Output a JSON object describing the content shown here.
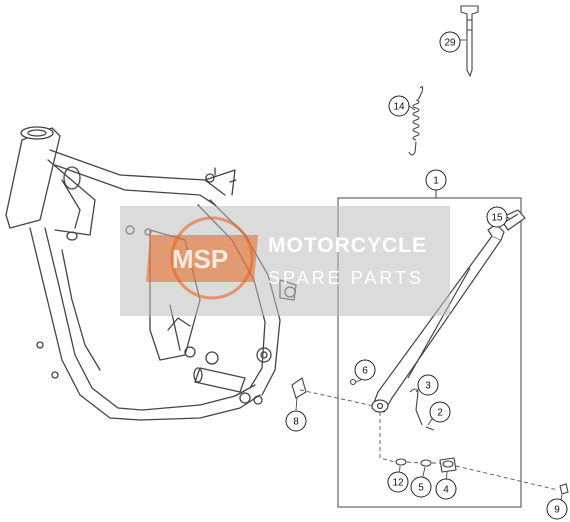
{
  "callouts": [
    {
      "label": "29"
    },
    {
      "label": "14"
    },
    {
      "label": "1"
    },
    {
      "label": "15"
    },
    {
      "label": "6"
    },
    {
      "label": "3"
    },
    {
      "label": "2"
    },
    {
      "label": "8"
    },
    {
      "label": "12"
    },
    {
      "label": "5"
    },
    {
      "label": "4"
    },
    {
      "label": "9"
    }
  ],
  "watermark": {
    "title": "MOTORCYCLE",
    "subtitle": "SPARE PARTS",
    "logo_text": "MSP",
    "brand_color": "#e8641e"
  }
}
